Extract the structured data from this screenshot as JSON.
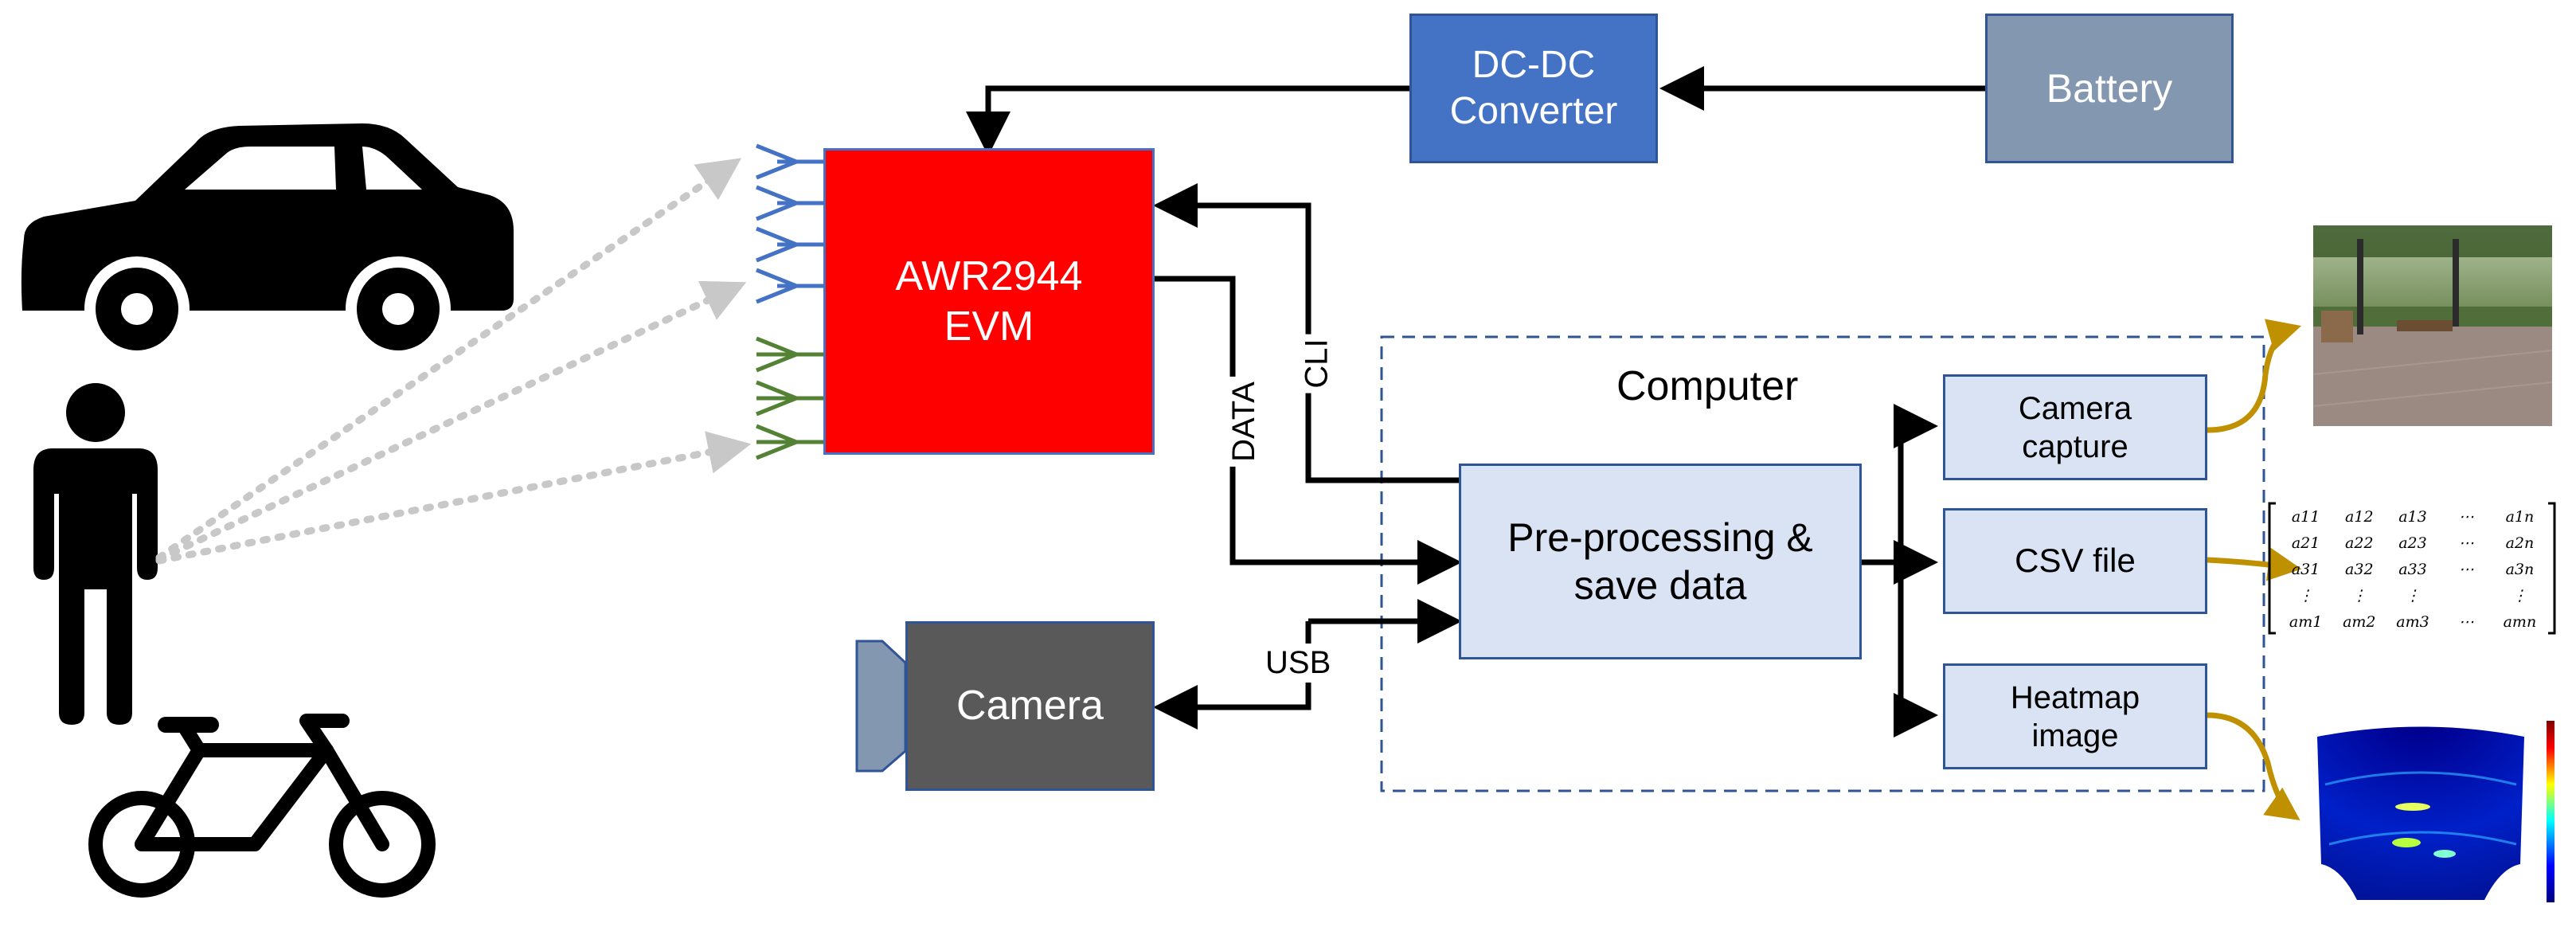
{
  "battery": {
    "label": "Battery"
  },
  "dcdc": {
    "line1": "DC-DC",
    "line2": "Converter"
  },
  "radar": {
    "line1": "AWR2944",
    "line2": "EVM"
  },
  "camera": {
    "label": "Camera"
  },
  "computer": {
    "label": "Computer"
  },
  "preprocess": {
    "line1": "Pre-processing &",
    "line2": "save data"
  },
  "camera_capture": {
    "line1": "Camera",
    "line2": "capture"
  },
  "csv_file": {
    "label": "CSV file"
  },
  "heatmap_image": {
    "line1": "Heatmap",
    "line2": "image"
  },
  "links": {
    "cli": "CLI",
    "data": "DATA",
    "usb": "USB"
  },
  "matrix": {
    "rows": [
      [
        "a11",
        "a12",
        "a13",
        "⋯",
        "a1n"
      ],
      [
        "a21",
        "a22",
        "a23",
        "⋯",
        "a2n"
      ],
      [
        "a31",
        "a32",
        "a33",
        "⋯",
        "a3n"
      ],
      [
        "⋮",
        "⋮",
        "⋮",
        "",
        "⋮"
      ],
      [
        "am1",
        "am2",
        "am3",
        "⋯",
        "amn"
      ]
    ]
  },
  "colors": {
    "radar": "#FF0000",
    "dcdc": "#4472C4",
    "battery": "#8497B0",
    "camera": "#595959",
    "light_box": "#DAE3F3",
    "box_border": "#2F5597",
    "arrow": "#000000",
    "output_arrow": "#BF9000",
    "tx_antenna": "#4472C4",
    "rx_antenna": "#548235",
    "signal": "#C8C8C8"
  }
}
